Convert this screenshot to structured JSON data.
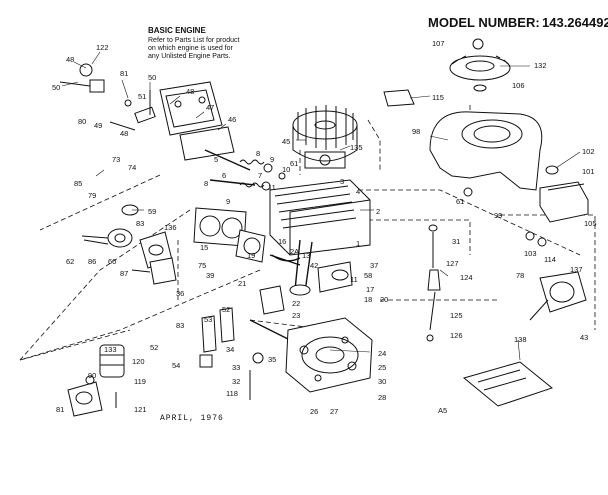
{
  "header": {
    "model_label": "MODEL NUMBER:",
    "model_number": "143.264492",
    "basic_engine": "BASIC ENGINE",
    "note_lines": [
      "Refer to Parts List for product",
      "on which engine is used for",
      "any Unlisted Engine Parts."
    ]
  },
  "footer": {
    "date": "APRIL, 1976",
    "code": "A5"
  },
  "callouts": {
    "c50a": "50",
    "c122": "122",
    "c48a": "48",
    "c81a": "81",
    "c50b": "50",
    "c51": "51",
    "c49": "49",
    "c80": "80",
    "c48b": "48",
    "c48c": "48",
    "c47": "47",
    "c46": "46",
    "c73": "73",
    "c74": "74",
    "c85": "85",
    "c79": "79",
    "c59": "59",
    "c83": "83",
    "c136": "136",
    "c62": "62",
    "c86": "86",
    "c60": "60",
    "c87": "87",
    "c75": "75",
    "c39": "39",
    "c36": "36",
    "c19": "19",
    "c15": "15",
    "c5": "5",
    "c6": "6",
    "c8a": "8",
    "c9a": "9",
    "c7": "7",
    "c8b": "8",
    "c9b": "9",
    "c10": "10",
    "c11a": "11",
    "c61a": "61",
    "c45": "45",
    "c135": "135",
    "c3": "3",
    "c4": "4",
    "c2": "2",
    "c1": "1",
    "c16": "16",
    "c2A": "2A",
    "c13": "13",
    "c42": "42",
    "c37": "37",
    "c58": "58",
    "c11b": "11",
    "c21": "21",
    "c20": "20",
    "c22": "22",
    "c23": "23",
    "c17": "17",
    "c18": "18",
    "c53": "53",
    "c52a": "52",
    "c52b": "52",
    "c83b": "83",
    "c133": "133",
    "c120": "120",
    "c54": "54",
    "c34": "34",
    "c35": "35",
    "c33": "33",
    "c32": "32",
    "c118": "118",
    "c90": "90",
    "c119": "119",
    "c81b": "81",
    "c121": "121",
    "c24": "24",
    "c25": "25",
    "c30": "30",
    "c28": "28",
    "c26": "26",
    "c27": "27",
    "c107": "107",
    "c132": "132",
    "c106": "106",
    "c115": "115",
    "c98": "98",
    "c102": "102",
    "c101": "101",
    "c61b": "61",
    "c99": "99",
    "c105": "105",
    "c103": "103",
    "c114": "114",
    "c31": "31",
    "c127": "127",
    "c124": "124",
    "c125": "125",
    "c126": "126",
    "c78": "78",
    "c137": "137",
    "c43": "43",
    "c138": "138"
  }
}
